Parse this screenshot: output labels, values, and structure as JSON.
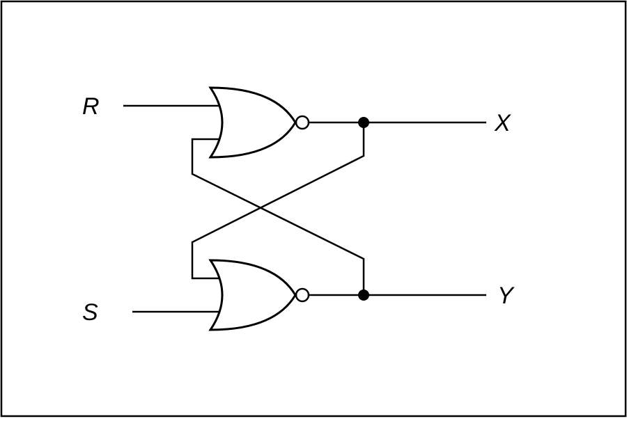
{
  "diagram": {
    "labels": {
      "input_r": "R",
      "input_s": "S",
      "output_x": "X",
      "output_y": "Y"
    },
    "components": [
      {
        "type": "NOR",
        "name": "top-nor-gate"
      },
      {
        "type": "NOR",
        "name": "bottom-nor-gate"
      }
    ],
    "colors": {
      "line": "#000000",
      "background": "#ffffff"
    }
  }
}
